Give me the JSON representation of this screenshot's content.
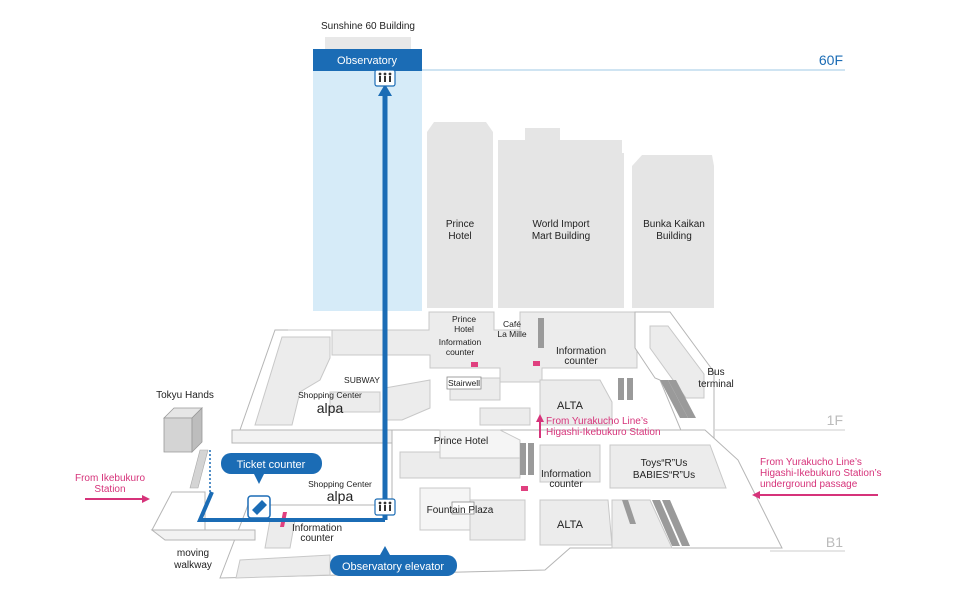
{
  "header": {
    "building_name": "Sunshine 60 Building",
    "observatory_label": "Observatory"
  },
  "floors": {
    "top": "60F",
    "ground": "1F",
    "basement": "B1"
  },
  "buildings": {
    "prince_hotel": [
      "Prince",
      "Hotel"
    ],
    "world_import": [
      "World Import",
      "Mart Building"
    ],
    "bunka_kaikan": [
      "Bunka Kaikan",
      "Building"
    ],
    "tokyu_hands": "Tokyu Hands"
  },
  "floor_1f": {
    "prince_hotel": [
      "Prince",
      "Hotel"
    ],
    "cafe": [
      "Café",
      "La Mille"
    ],
    "info_left": [
      "Information",
      "counter"
    ],
    "info_right": [
      "Information",
      "counter"
    ],
    "subway": "SUBWAY",
    "stairwell": "Stairwell",
    "shopping_center": "Shopping Center",
    "alpa": "alpa",
    "alta": "ALTA",
    "bus_terminal": [
      "Bus",
      "terminal"
    ]
  },
  "floor_b1": {
    "prince_hotel": "Prince Hotel",
    "shopping_center": "Shopping Center",
    "alpa": "alpa",
    "fountain_plaza": "Fountain Plaza",
    "info": [
      "Information",
      "counter"
    ],
    "info_left": [
      "Information",
      "counter"
    ],
    "toys": [
      "Toys“R”Us",
      "BABIES“R”Us"
    ],
    "alta": "ALTA",
    "moving_walkway": [
      "moving",
      "walkway"
    ]
  },
  "callouts": {
    "ticket_counter": "Ticket counter",
    "observatory_elevator": "Observatory elevator"
  },
  "routes": {
    "from_ikebukuro": [
      "From Ikebukuro",
      "Station"
    ],
    "from_yurakucho_1f": [
      "From Yurakucho Line’s",
      "Higashi-Ikebukuro Station"
    ],
    "from_yurakucho_b1": [
      "From Yurakucho Line’s",
      "Higashi-Ikebukuro Station’s",
      "underground passage"
    ]
  },
  "colors": {
    "accent_blue": "#1b6cb5",
    "route_pink": "#d6337a",
    "observatory_fill": "#d6ebf8",
    "building_gray": "#e5e5e5"
  }
}
